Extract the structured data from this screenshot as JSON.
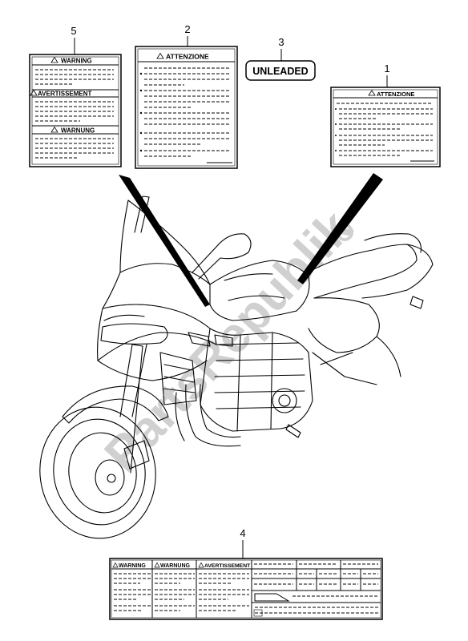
{
  "callouts": [
    "5",
    "2",
    "3",
    "1",
    "4"
  ],
  "label5": {
    "sections": [
      "WARNING",
      "AVERTISSEMENT",
      "WARNUNG"
    ]
  },
  "label2": {
    "title": "ATTENZIONE"
  },
  "label3": {
    "text": "UNLEADED"
  },
  "label1": {
    "title": "ATTENZIONE"
  },
  "label4": {
    "headers": [
      "WARNING",
      "WARNUNG",
      "AVERTISSEMENT"
    ]
  },
  "watermark": "PartsRepublik",
  "icons": {
    "warning": "warning-triangle-icon",
    "gear": "gear-icon"
  }
}
